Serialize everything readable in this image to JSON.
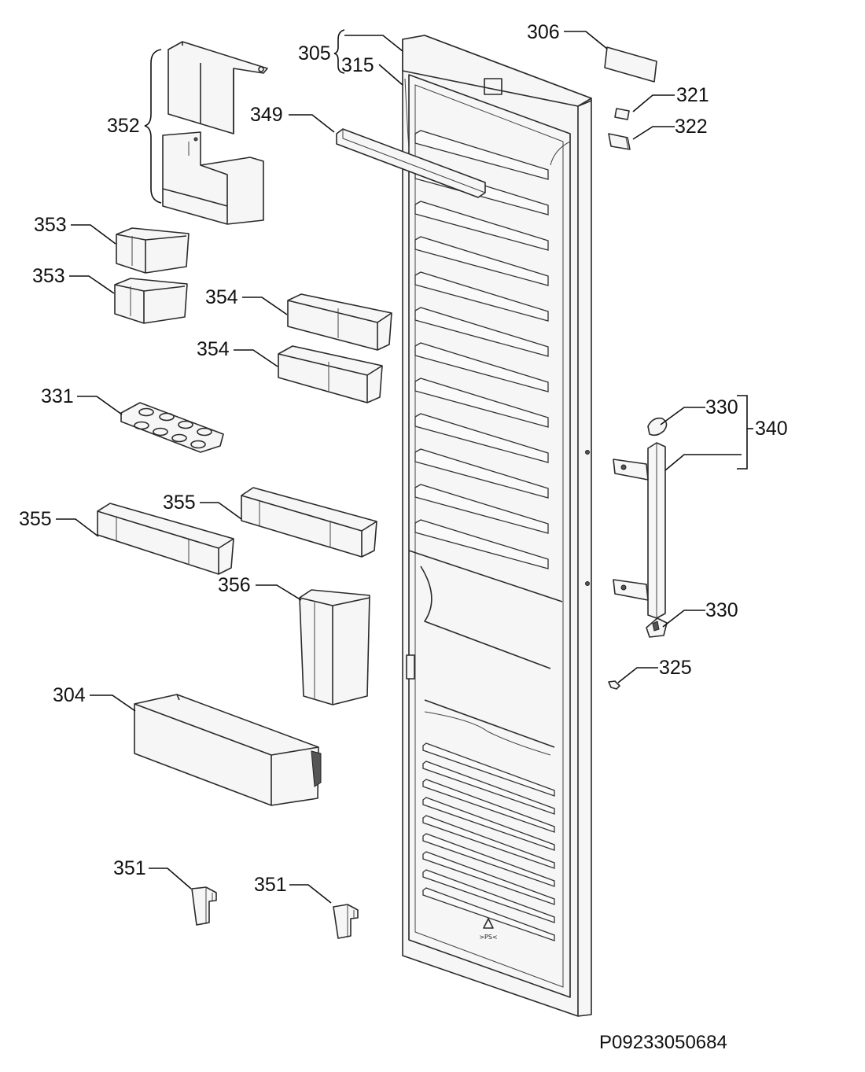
{
  "diagram": {
    "drawing_code": "P09233050684",
    "labels": {
      "p305": "305",
      "p315": "315",
      "p306": "306",
      "p321": "321",
      "p322": "322",
      "p349": "349",
      "p352": "352",
      "p353a": "353",
      "p353b": "353",
      "p354a": "354",
      "p354b": "354",
      "p331": "331",
      "p355a": "355",
      "p355b": "355",
      "p356": "356",
      "p304": "304",
      "p351a": "351",
      "p351b": "351",
      "p330a": "330",
      "p330b": "330",
      "p340": "340",
      "p325": "325"
    },
    "marking": ">PS<"
  }
}
